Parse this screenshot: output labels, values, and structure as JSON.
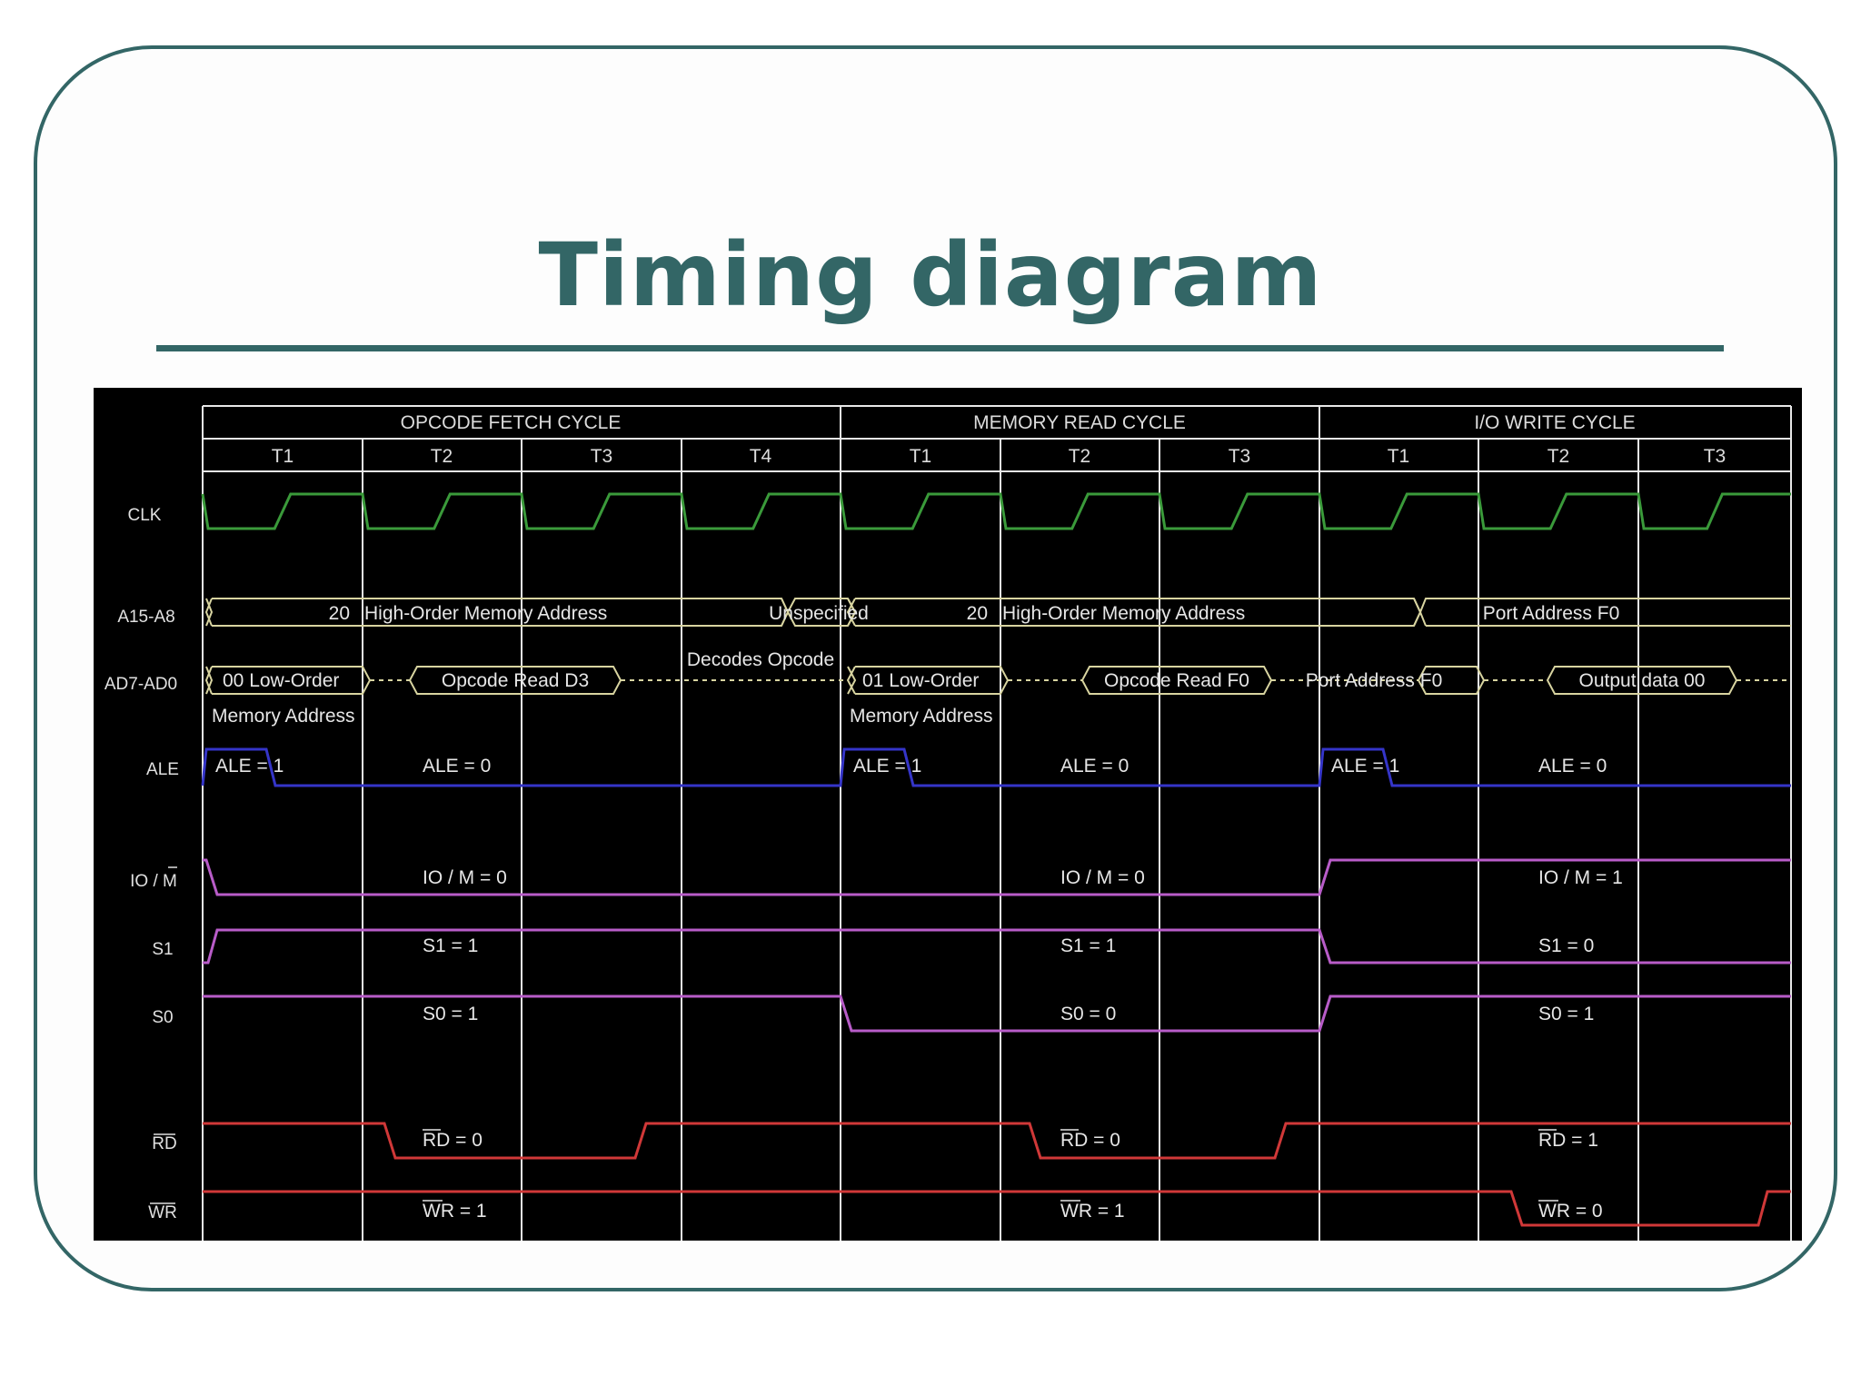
{
  "slide": {
    "title": "Timing diagram",
    "colors": {
      "accent": "#336666",
      "diagram_bg": "#000000",
      "clk": "#3a9a3a",
      "bus": "#d8d4a0",
      "ale": "#3535c8",
      "status": "#b85cc8",
      "control": "#d03838",
      "grid": "#e8e8e8"
    }
  },
  "diagram": {
    "cycles": [
      "OPCODE FETCH CYCLE",
      "MEMORY READ CYCLE",
      "I/O WRITE CYCLE"
    ],
    "states": [
      "T1",
      "T2",
      "T3",
      "T4",
      "T1",
      "T2",
      "T3",
      "T1",
      "T2",
      "T3"
    ],
    "signals": [
      "CLK",
      "A15-A8",
      "AD7-AD0",
      "ALE",
      "IO / M",
      "S1",
      "S0",
      "RD",
      "WR"
    ],
    "a15_a8": [
      {
        "value": "20",
        "text": "High-Order Memory Address"
      },
      {
        "value": "",
        "text": "Unspecified"
      },
      {
        "value": "20",
        "text": "High-Order Memory Address"
      },
      {
        "value": "",
        "text": "Port Address F0"
      }
    ],
    "ad7_ad0": {
      "fetch_addr": "00 Low-Order",
      "fetch_addr_sub": "Memory Address",
      "fetch_data": "Opcode Read D3",
      "decode": "Decodes Opcode",
      "read_addr": "01 Low-Order",
      "read_addr_sub": "Memory Address",
      "read_data": "Opcode Read F0",
      "io_addr": "Port Address F0",
      "io_data": "Output data 00"
    },
    "ale_text": [
      "ALE = 1",
      "ALE = 0",
      "ALE = 1",
      "ALE = 0",
      "ALE = 1",
      "ALE = 0"
    ],
    "iom_text": [
      "IO / M = 0",
      "IO / M = 0",
      "IO / M = 1"
    ],
    "s1_text": [
      "S1 = 1",
      "S1 = 1",
      "S1 = 0"
    ],
    "s0_text": [
      "S0 = 1",
      "S0 = 0",
      "S0 = 1"
    ],
    "rd_text": [
      "RD = 0",
      "RD = 0",
      "RD = 1"
    ],
    "wr_text": [
      "WR = 1",
      "WR = 1",
      "WR = 0"
    ]
  }
}
